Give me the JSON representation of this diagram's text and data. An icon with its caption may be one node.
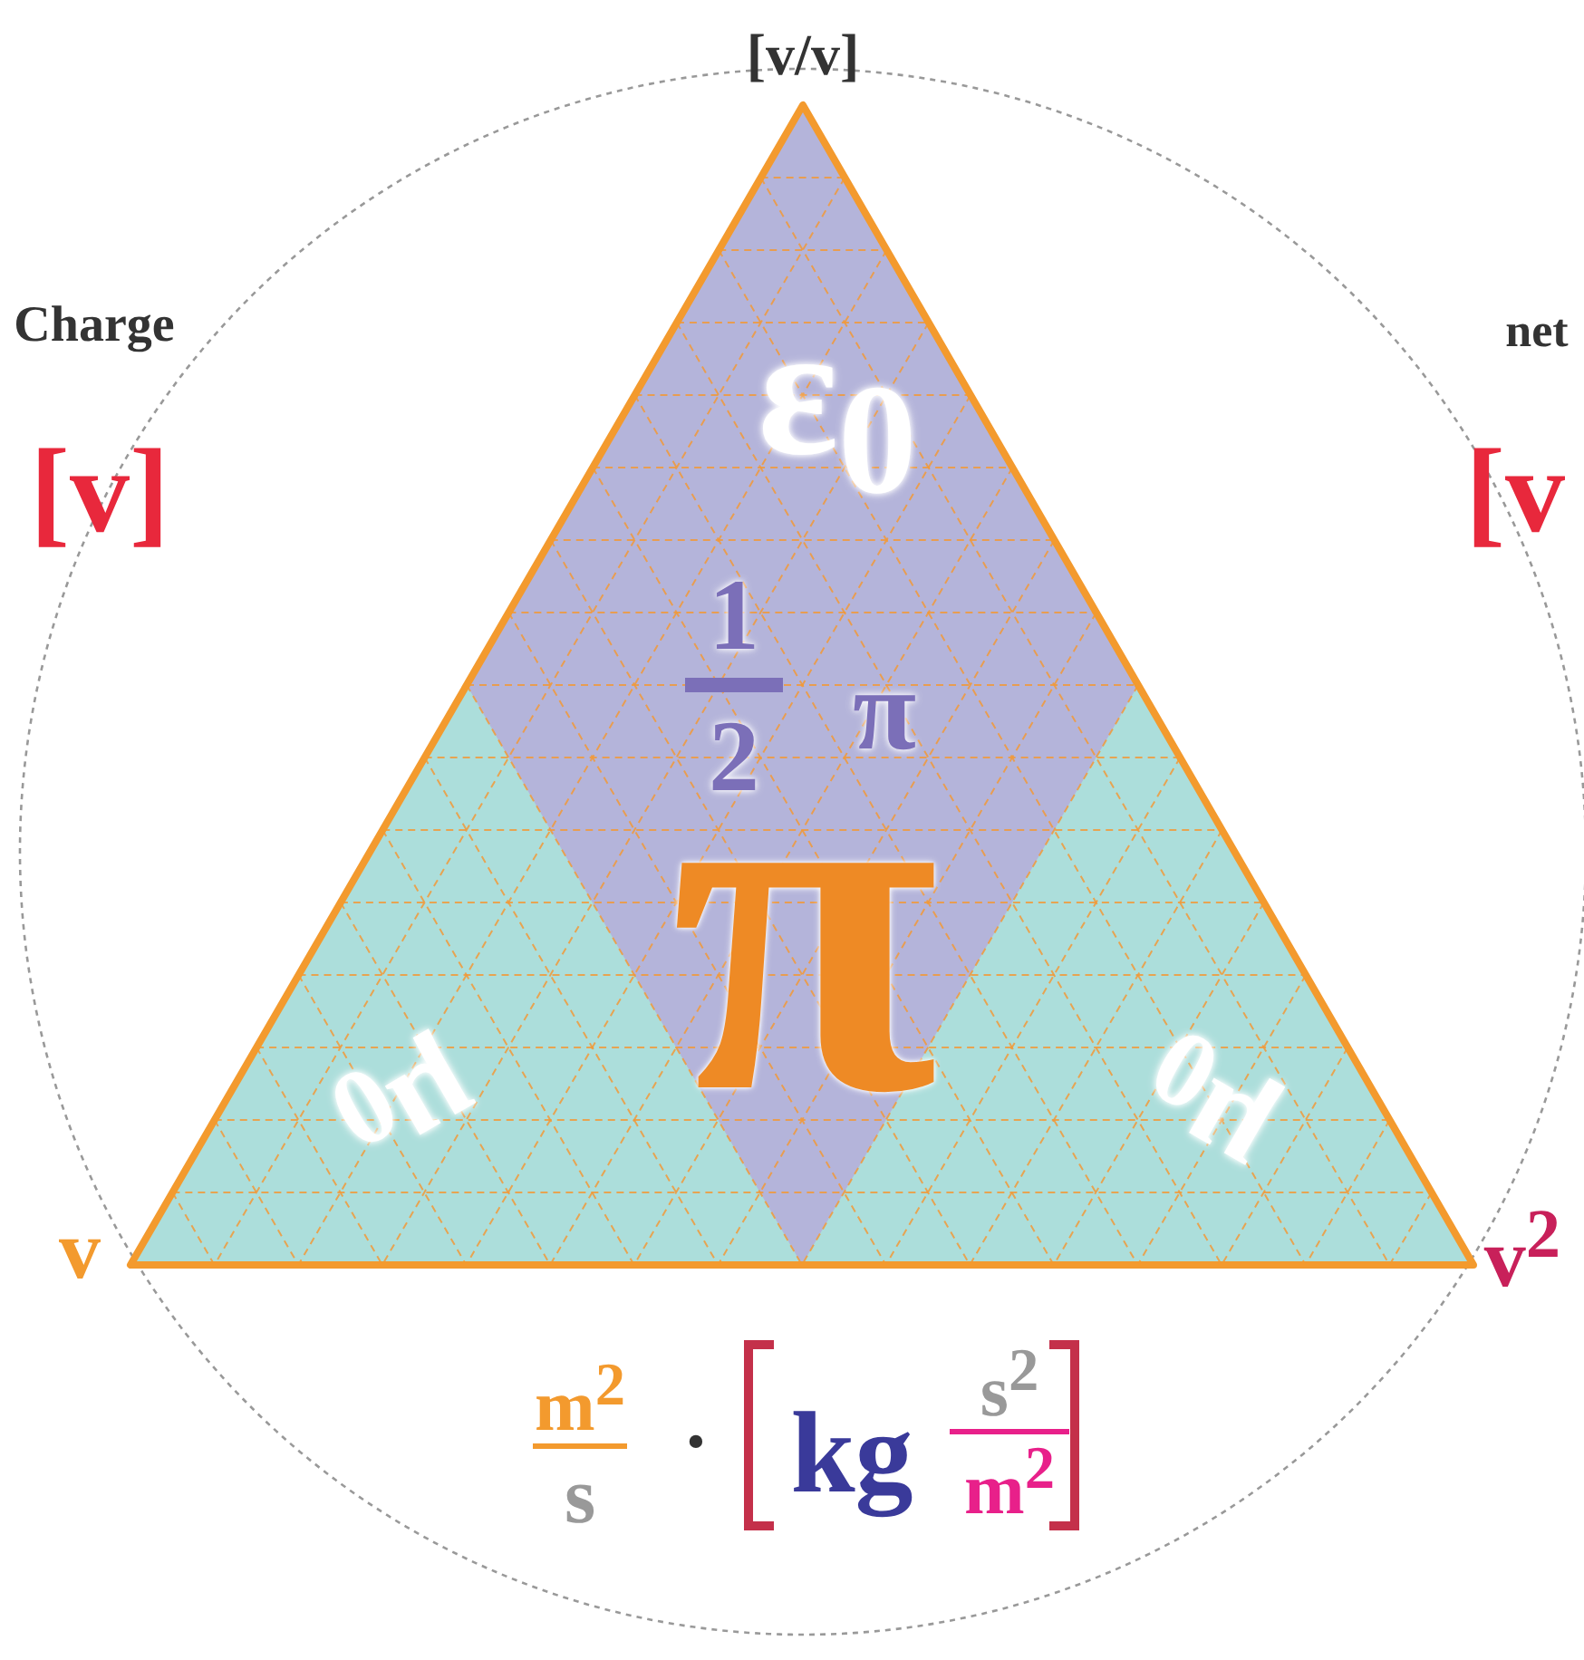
{
  "diagram": {
    "labels": [
      "[v/v]",
      "Charge",
      "net",
      "[v]",
      "[v",
      "ε$_{0}$",
      "1",
      "2",
      "π",
      "π",
      "μ$_{0}$",
      "μ$_{0}$",
      "v",
      "v$^{2}$",
      "m$^{2}$",
      "s",
      "·",
      "kg",
      "s$^{2}$",
      "m$^{2}$"
    ]
  }
}
